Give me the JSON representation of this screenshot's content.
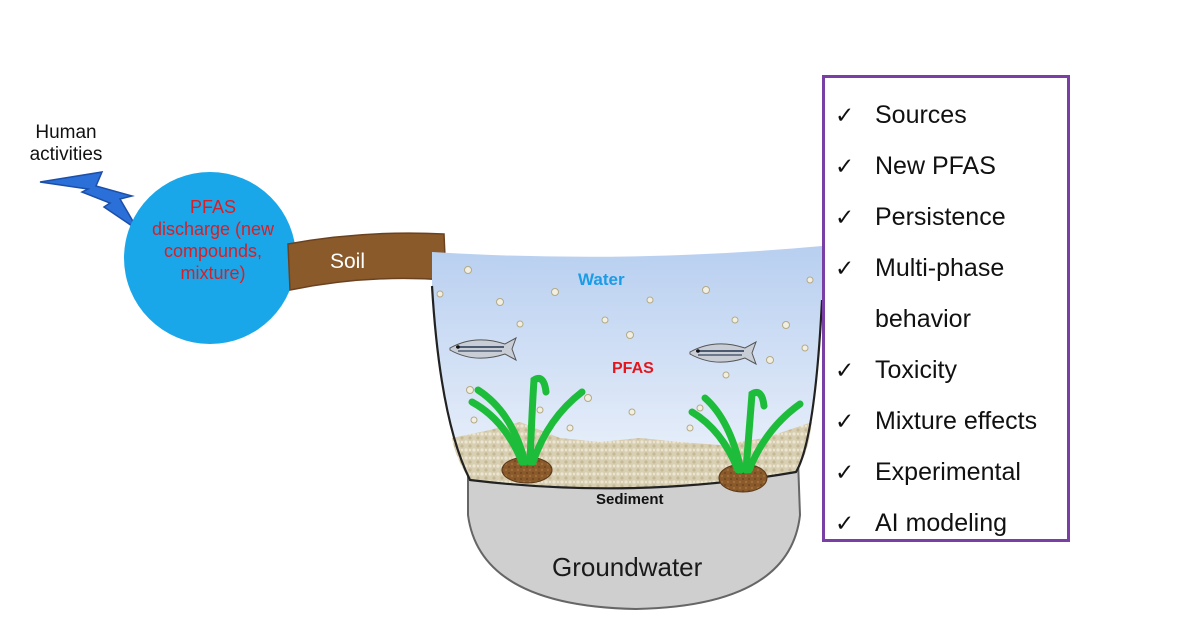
{
  "labels": {
    "human_activities": "Human activities",
    "discharge": "PFAS discharge (new compounds, mixture)",
    "soil": "Soil",
    "water": "Water",
    "pfas": "PFAS",
    "sediment": "Sediment",
    "groundwater": "Groundwater"
  },
  "checklist": {
    "mark": "✓",
    "items": [
      "Sources",
      "New PFAS",
      "Persistence",
      "Multi-phase",
      "behavior",
      "Toxicity",
      "Mixture effects",
      "Experimental",
      "AI modeling"
    ]
  },
  "colors": {
    "circle": "#1aa7ea",
    "lightning": "#2b6fd9",
    "soil": "#8b5a2b",
    "water_top": "#b8cff0",
    "water_bottom": "#eef3fb",
    "sediment": "#d9cfb4",
    "groundwater": "#cfcfcf",
    "plant": "#1ebc3b",
    "mound": "#8a5a2a",
    "border": "#7a3fa4"
  }
}
